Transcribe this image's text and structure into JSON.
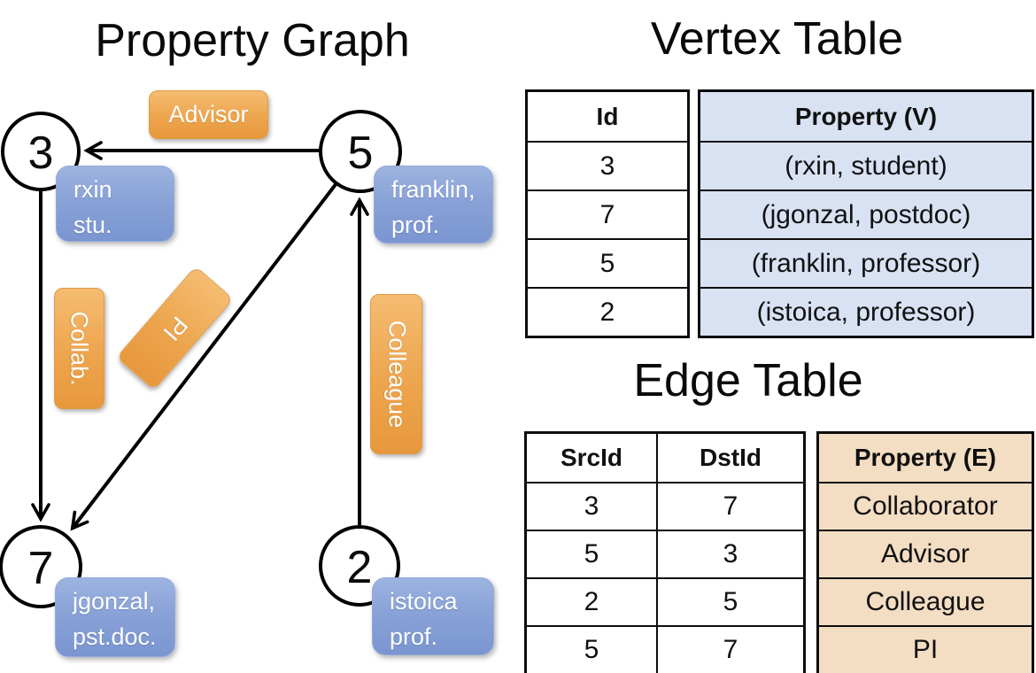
{
  "graph": {
    "title": "Property Graph",
    "nodes": [
      {
        "id": "3",
        "property_lines": [
          "rxin",
          "stu."
        ]
      },
      {
        "id": "5",
        "property_lines": [
          "franklin,",
          "prof."
        ]
      },
      {
        "id": "7",
        "property_lines": [
          "jgonzal,",
          "pst.doc."
        ]
      },
      {
        "id": "2",
        "property_lines": [
          "istoica",
          "prof."
        ]
      }
    ],
    "edges": [
      {
        "label": "Advisor",
        "src": "5",
        "dst": "3"
      },
      {
        "label": "Collab.",
        "src": "3",
        "dst": "7"
      },
      {
        "label": "PI",
        "src": "5",
        "dst": "7"
      },
      {
        "label": "Colleague",
        "src": "2",
        "dst": "5"
      }
    ]
  },
  "vertex_table": {
    "title": "Vertex Table",
    "col_id": "Id",
    "col_property": "Property (V)",
    "rows": [
      {
        "id": "3",
        "property": "(rxin, student)"
      },
      {
        "id": "7",
        "property": "(jgonzal, postdoc)"
      },
      {
        "id": "5",
        "property": "(franklin, professor)"
      },
      {
        "id": "2",
        "property": "(istoica, professor)"
      }
    ]
  },
  "edge_table": {
    "title": "Edge Table",
    "col_src": "SrcId",
    "col_dst": "DstId",
    "col_property": "Property (E)",
    "rows": [
      {
        "src": "3",
        "dst": "7",
        "property": "Collaborator"
      },
      {
        "src": "5",
        "dst": "3",
        "property": "Advisor"
      },
      {
        "src": "2",
        "dst": "5",
        "property": "Colleague"
      },
      {
        "src": "5",
        "dst": "7",
        "property": "PI"
      }
    ]
  },
  "colors": {
    "edge_label_orange": "#EC9F44",
    "vertex_property_blue": "#87A0D3",
    "vertex_table_fill": "#D9E2F3",
    "edge_table_fill": "#F3DDC3"
  }
}
